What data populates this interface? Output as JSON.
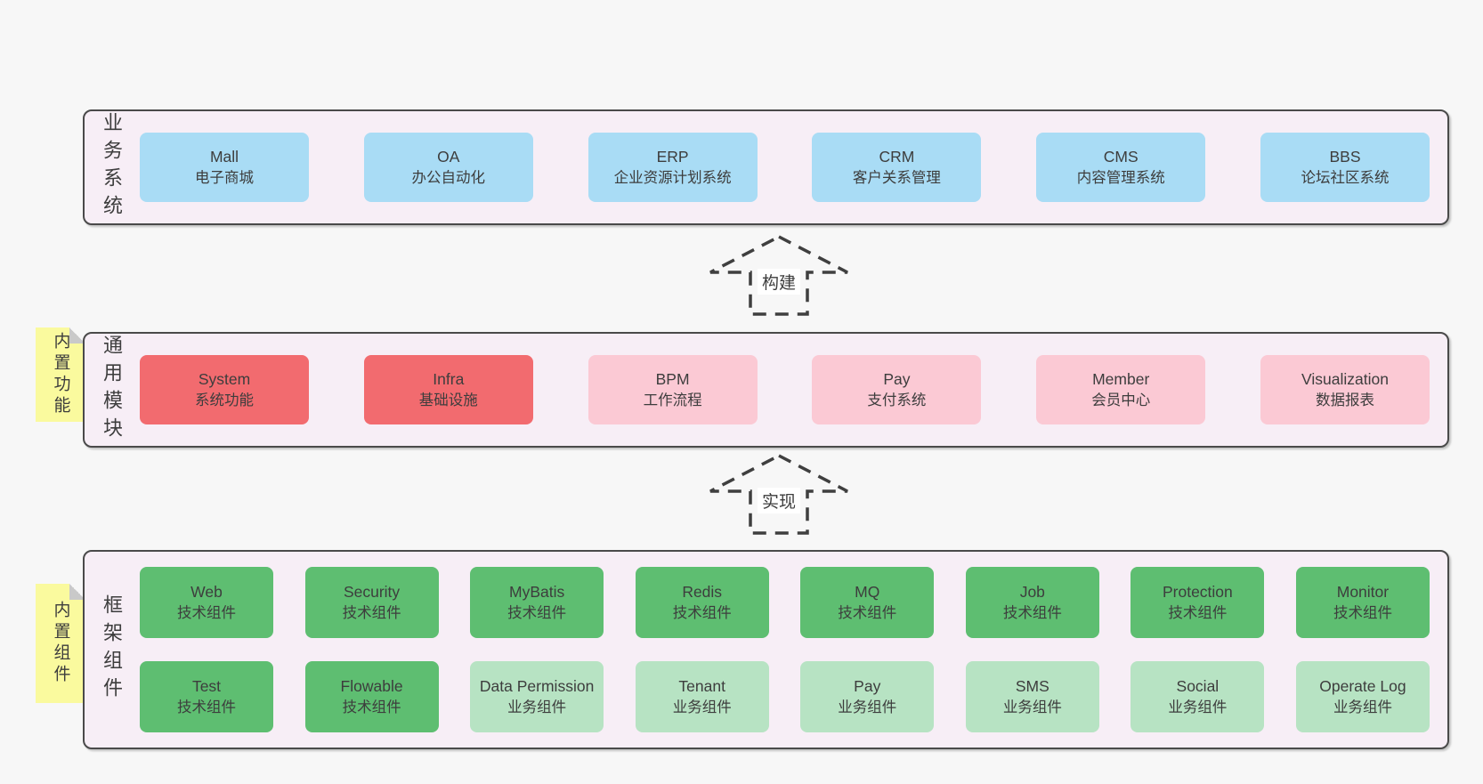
{
  "diagram": {
    "sections": {
      "business": {
        "label": "业务系统",
        "boxes": [
          {
            "name": "Mall",
            "desc": "电子商城"
          },
          {
            "name": "OA",
            "desc": "办公自动化"
          },
          {
            "name": "ERP",
            "desc": "企业资源计划系统"
          },
          {
            "name": "CRM",
            "desc": "客户关系管理"
          },
          {
            "name": "CMS",
            "desc": "内容管理系统"
          },
          {
            "name": "BBS",
            "desc": "论坛社区系统"
          }
        ]
      },
      "modules": {
        "label": "通用模块",
        "sticky": "内置功能",
        "boxes": [
          {
            "name": "System",
            "desc": "系统功能"
          },
          {
            "name": "Infra",
            "desc": "基础设施"
          },
          {
            "name": "BPM",
            "desc": "工作流程"
          },
          {
            "name": "Pay",
            "desc": "支付系统"
          },
          {
            "name": "Member",
            "desc": "会员中心"
          },
          {
            "name": "Visualization",
            "desc": "数据报表"
          }
        ]
      },
      "components": {
        "label": "框架组件",
        "sticky": "内置组件",
        "row1": [
          {
            "name": "Web",
            "desc": "技术组件"
          },
          {
            "name": "Security",
            "desc": "技术组件"
          },
          {
            "name": "MyBatis",
            "desc": "技术组件"
          },
          {
            "name": "Redis",
            "desc": "技术组件"
          },
          {
            "name": "MQ",
            "desc": "技术组件"
          },
          {
            "name": "Job",
            "desc": "技术组件"
          },
          {
            "name": "Protection",
            "desc": "技术组件"
          },
          {
            "name": "Monitor",
            "desc": "技术组件"
          }
        ],
        "row2": [
          {
            "name": "Test",
            "desc": "技术组件"
          },
          {
            "name": "Flowable",
            "desc": "技术组件"
          },
          {
            "name": "Data Permission",
            "desc": "业务组件"
          },
          {
            "name": "Tenant",
            "desc": "业务组件"
          },
          {
            "name": "Pay",
            "desc": "业务组件"
          },
          {
            "name": "SMS",
            "desc": "业务组件"
          },
          {
            "name": "Social",
            "desc": "业务组件"
          },
          {
            "name": "Operate Log",
            "desc": "业务组件"
          }
        ]
      }
    },
    "arrows": [
      {
        "label": "构建"
      },
      {
        "label": "实现"
      }
    ],
    "colors": {
      "canvas_bg": "#f7f7f7",
      "panel_bg": "#f7eef6",
      "panel_border": "#4a4a4a",
      "blue_box": "#a9dcf5",
      "red_box": "#f26b6f",
      "pink_box": "#fbc9d4",
      "green_box": "#5ebe71",
      "light_green_box": "#b7e3c3",
      "sticky_bg": "#fafa9e",
      "sticky_fold": "#c9c9c9",
      "text": "#3d3d3d"
    }
  }
}
